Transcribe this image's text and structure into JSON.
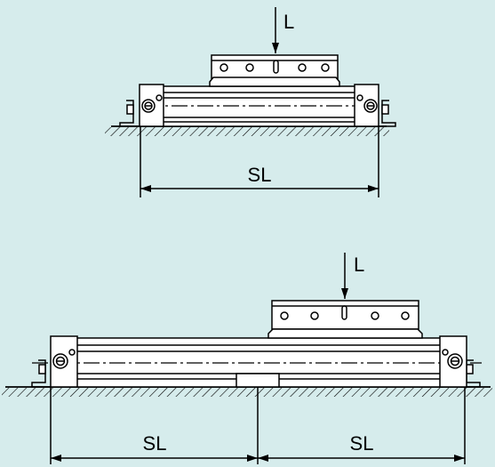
{
  "diagram": {
    "background": "#d6ecec",
    "line_color": "#000000",
    "top": {
      "load_label": "L",
      "span_label": "SL"
    },
    "bottom": {
      "load_label": "L",
      "span_left_label": "SL",
      "span_right_label": "SL"
    }
  }
}
